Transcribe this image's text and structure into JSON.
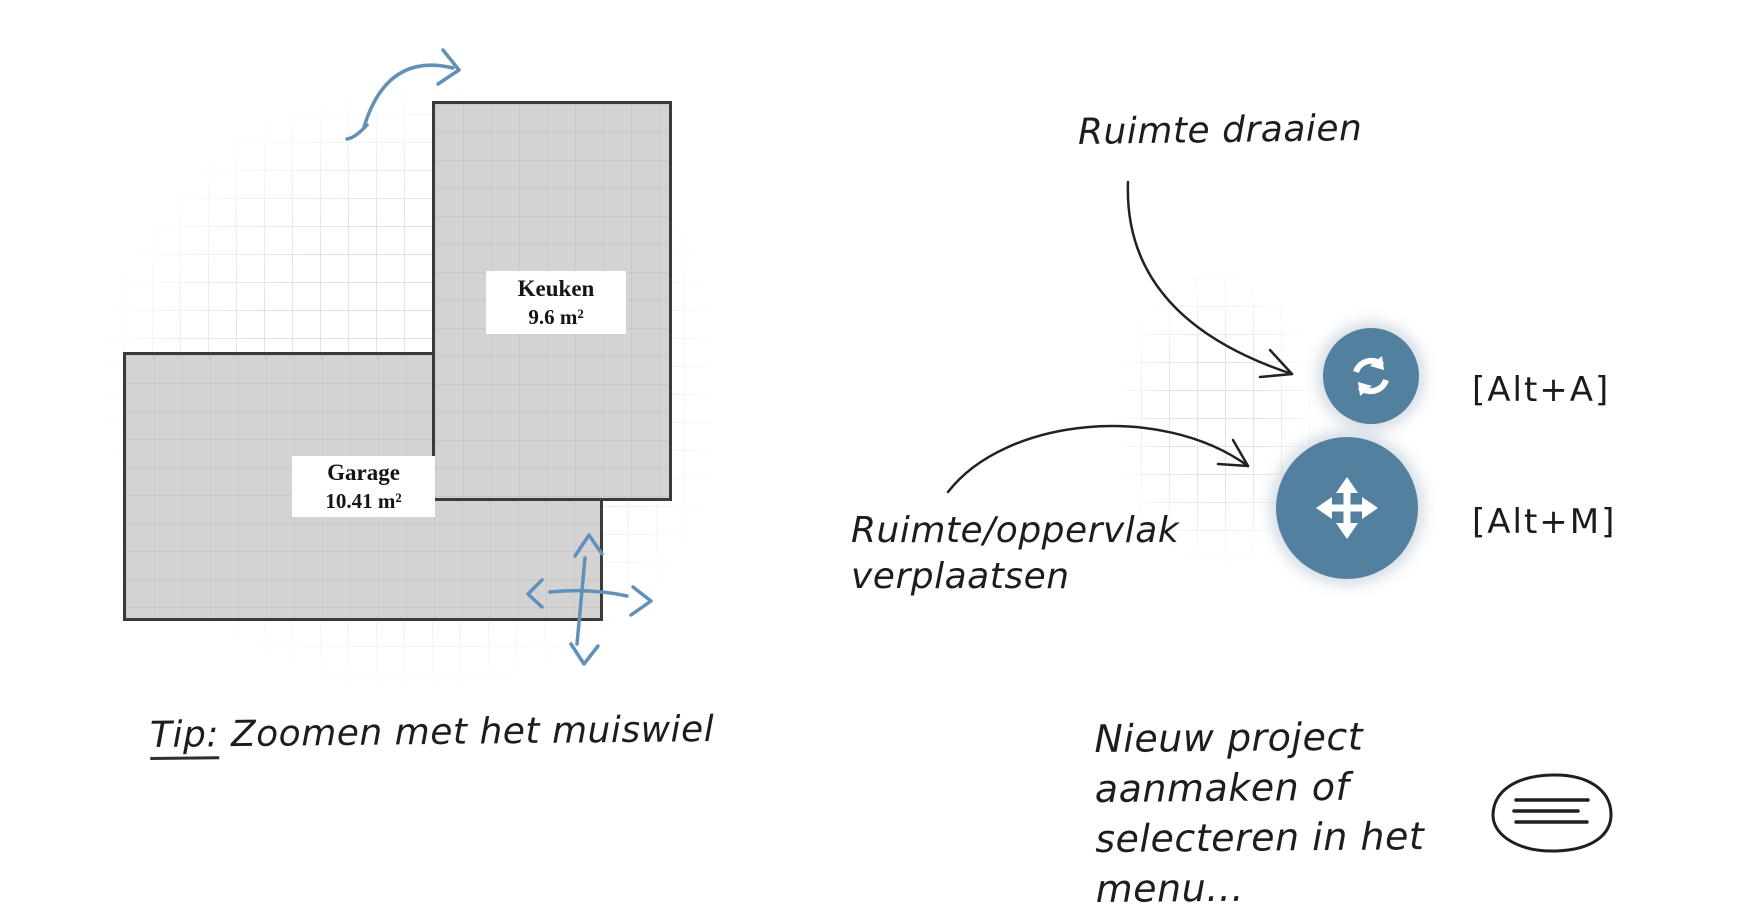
{
  "plan": {
    "rooms": [
      {
        "name": "Keuken",
        "area": "9.6 m²"
      },
      {
        "name": "Garage",
        "area": "10.41 m²"
      }
    ],
    "tip": {
      "prefix": "Tip:",
      "text": "Zoomen met het muiswiel"
    }
  },
  "help": {
    "rotate": {
      "label": "Ruimte draaien",
      "shortcut": "[Alt+A]"
    },
    "move": {
      "label_line1": "Ruimte/oppervlak",
      "label_line2": "verplaatsen",
      "shortcut": "[Alt+M]"
    },
    "menu": {
      "line1": "Nieuw project aanmaken of",
      "line2": "selecteren in het menu..."
    }
  },
  "icons": {
    "rotate": "rotate-sync-arrows",
    "move": "four-way-move-arrows",
    "menu": "hamburger-menu-in-circle"
  },
  "colors": {
    "button_blue": "#54809f",
    "sketch_blue": "#6190b8",
    "ink": "#1d1d1d",
    "room_fill": "#d3d3d3"
  }
}
